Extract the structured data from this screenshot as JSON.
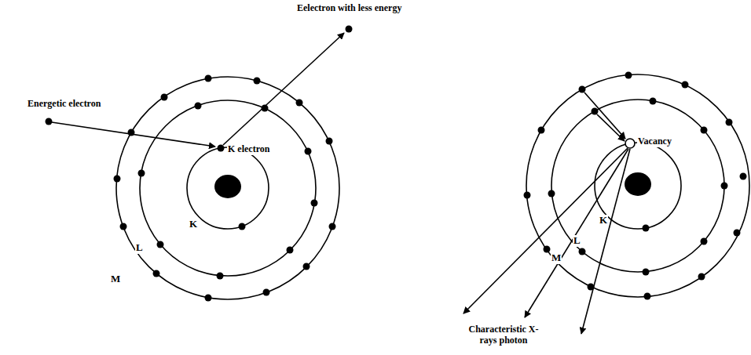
{
  "diagram": {
    "labels": [
      "Eelectron with less energy",
      "Energetic electron",
      "K electron",
      "K",
      "L",
      "M",
      "Vacancy",
      "K",
      "L",
      "M",
      "Characteristic X-rays photon"
    ]
  }
}
